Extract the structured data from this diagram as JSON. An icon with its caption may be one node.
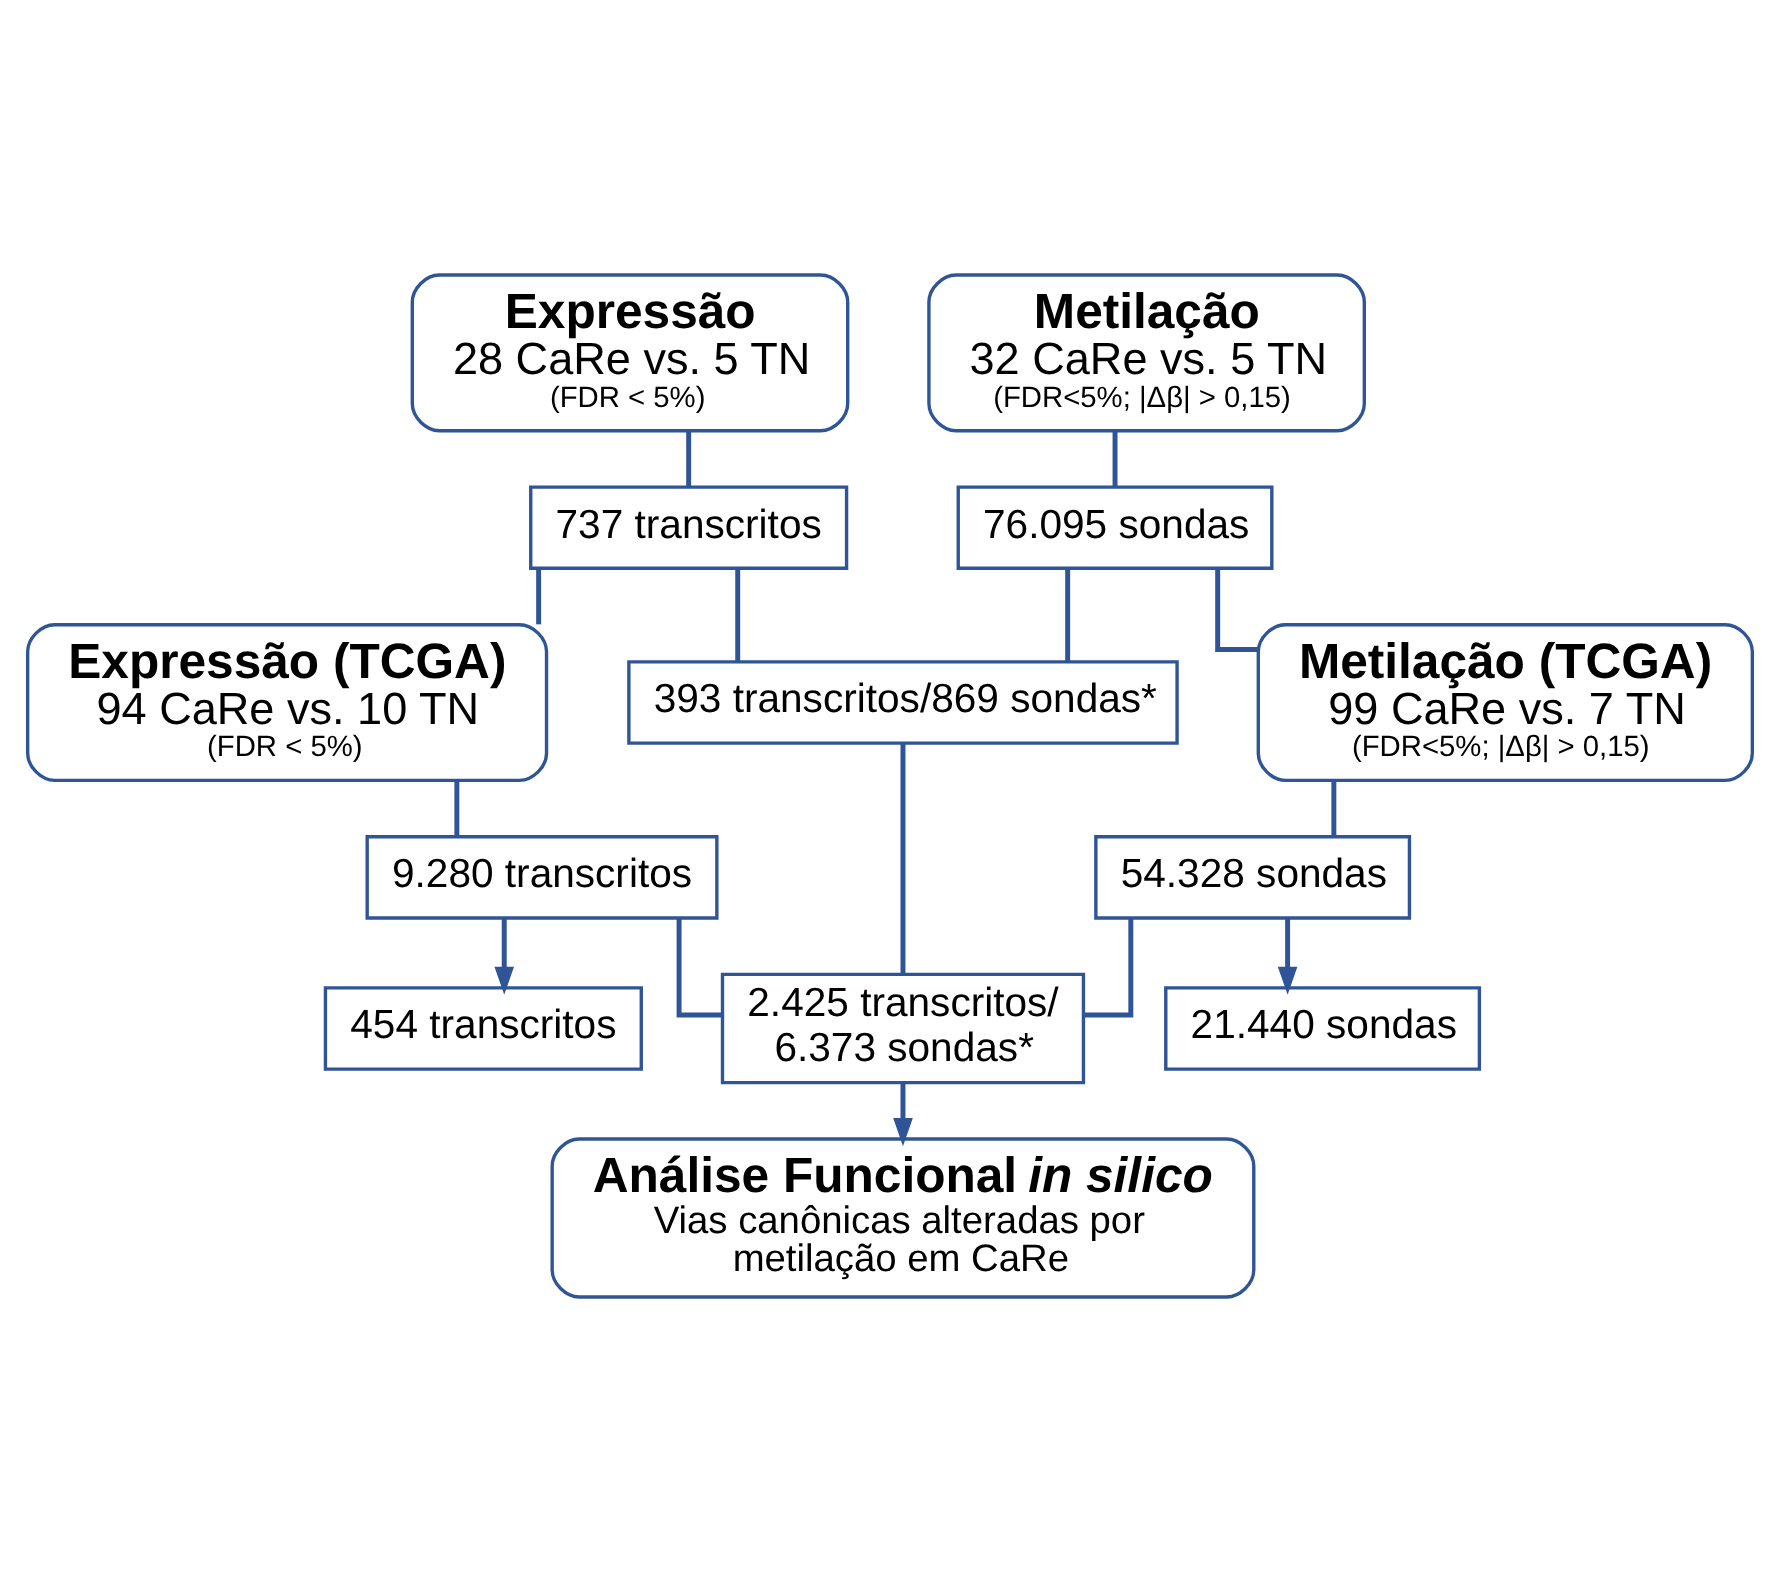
{
  "diagram": {
    "nodes": [
      {
        "text": [
          "Expressão",
          "28 CaRe vs. 5 TN",
          "(FDR < 5%)"
        ]
      },
      {
        "text": [
          "Metilação",
          "32 CaRe vs. 5 TN",
          "(FDR<5%; |Δβ| > 0,15)"
        ]
      },
      {
        "text": [
          "737 transcritos"
        ]
      },
      {
        "text": [
          "76.095 sondas"
        ]
      },
      {
        "text": [
          "393 transcritos/869 sondas*"
        ]
      },
      {
        "text": [
          "Expressão (TCGA)",
          "94 CaRe vs. 10 TN",
          "(FDR < 5%)"
        ]
      },
      {
        "text": [
          "Metilação (TCGA)",
          "99 CaRe vs. 7 TN",
          "(FDR<5%; |Δβ| > 0,15)"
        ]
      },
      {
        "text": [
          "9.280 transcritos"
        ]
      },
      {
        "text": [
          "54.328 sondas"
        ]
      },
      {
        "text": [
          "454 transcritos"
        ]
      },
      {
        "text": [
          "2.425 transcritos/ 6.373 sondas*"
        ]
      },
      {
        "text": [
          "21.440 sondas"
        ]
      },
      {
        "text": [
          "Análise Funcional *in silico*",
          "Vias canônicas alteradas por metilação em CaRe"
        ]
      }
    ],
    "edges": [
      {
        "from": 0,
        "to": 2,
        "arrow": "none"
      },
      {
        "from": 1,
        "to": 3,
        "arrow": "none"
      },
      {
        "from": 2,
        "to": 4,
        "arrow": "none"
      },
      {
        "from": 3,
        "to": 4,
        "arrow": "none"
      },
      {
        "from": 2,
        "to": 5,
        "arrow": "none"
      },
      {
        "from": 3,
        "to": 6,
        "arrow": "none"
      },
      {
        "from": 5,
        "to": 7,
        "arrow": "none"
      },
      {
        "from": 6,
        "to": 8,
        "arrow": "none"
      },
      {
        "from": 7,
        "to": 9,
        "arrow": "to"
      },
      {
        "from": 8,
        "to": 11,
        "arrow": "to"
      },
      {
        "from": 4,
        "to": 10,
        "arrow": "none"
      },
      {
        "from": 7,
        "to": 10,
        "arrow": "none"
      },
      {
        "from": 8,
        "to": 10,
        "arrow": "none"
      },
      {
        "from": 10,
        "to": 12,
        "arrow": "to"
      }
    ]
  }
}
